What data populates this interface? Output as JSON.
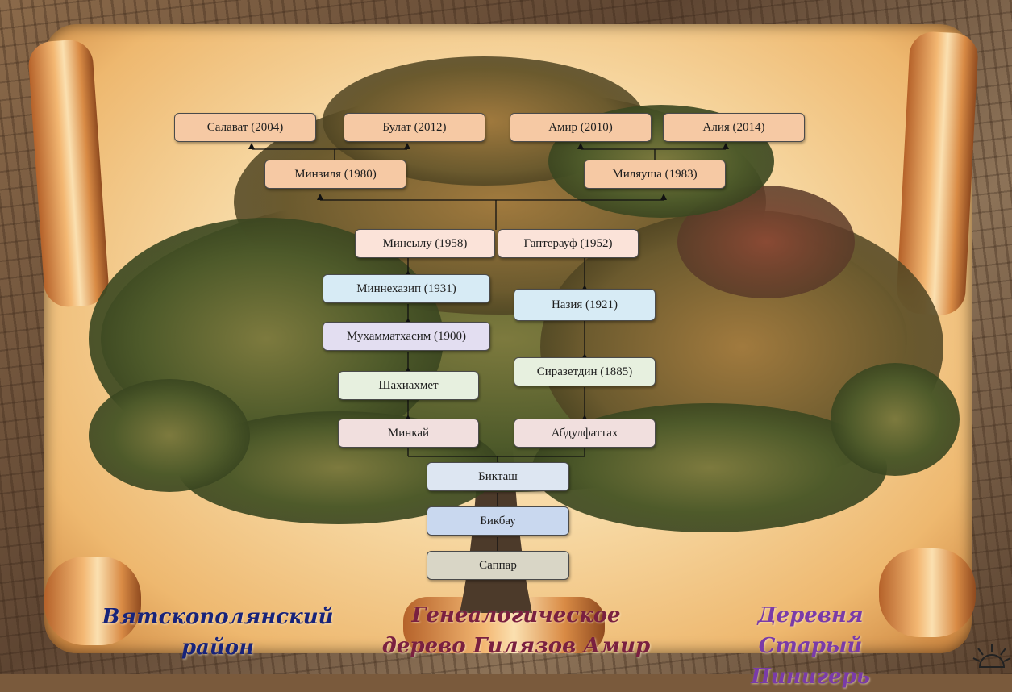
{
  "tree": {
    "nodes": [
      {
        "id": "salavat",
        "label": "Салават (2004)"
      },
      {
        "id": "bulat",
        "label": "Булат (2012)"
      },
      {
        "id": "amir",
        "label": "Амир (2010)"
      },
      {
        "id": "aliya",
        "label": "Алия (2014)"
      },
      {
        "id": "minzilya",
        "label": "Минзиля (1980)"
      },
      {
        "id": "milyausha",
        "label": "Миляуша (1983)"
      },
      {
        "id": "minsylu",
        "label": "Минсылу (1958)"
      },
      {
        "id": "gapterauf",
        "label": "Гаптерауф (1952)"
      },
      {
        "id": "minnehazip",
        "label": "Миннехазип (1931)"
      },
      {
        "id": "naziya",
        "label": "Назия (1921)"
      },
      {
        "id": "muhammathasim",
        "label": "Мухамматхасим (1900)"
      },
      {
        "id": "shahiahmet",
        "label": "Шахиахмет"
      },
      {
        "id": "sirazetdin",
        "label": "Сиразетдин (1885)"
      },
      {
        "id": "minkay",
        "label": "Минкай"
      },
      {
        "id": "abdulfattah",
        "label": "Абдулфаттах"
      },
      {
        "id": "biktash",
        "label": "Бикташ"
      },
      {
        "id": "bikbau",
        "label": "Бикбау"
      },
      {
        "id": "sappar",
        "label": "Саппар"
      }
    ]
  },
  "captions": {
    "district": "Вятскополянский район",
    "title": "Генеалогическое дерево Гилязов Амир",
    "village": "Деревня Старый Пинигерь"
  },
  "colors": {
    "generation_5": "#f6c9a4",
    "generation_4": "#fbe3d9",
    "generation_3": "#d7ebf5",
    "generation_2": "#e3def1",
    "generation_1": "#e7f0df",
    "generation_0": "#f1dfde",
    "root_1": "#dde6f2",
    "root_2": "#c9d8ef",
    "root_3": "#d9d6c6"
  }
}
